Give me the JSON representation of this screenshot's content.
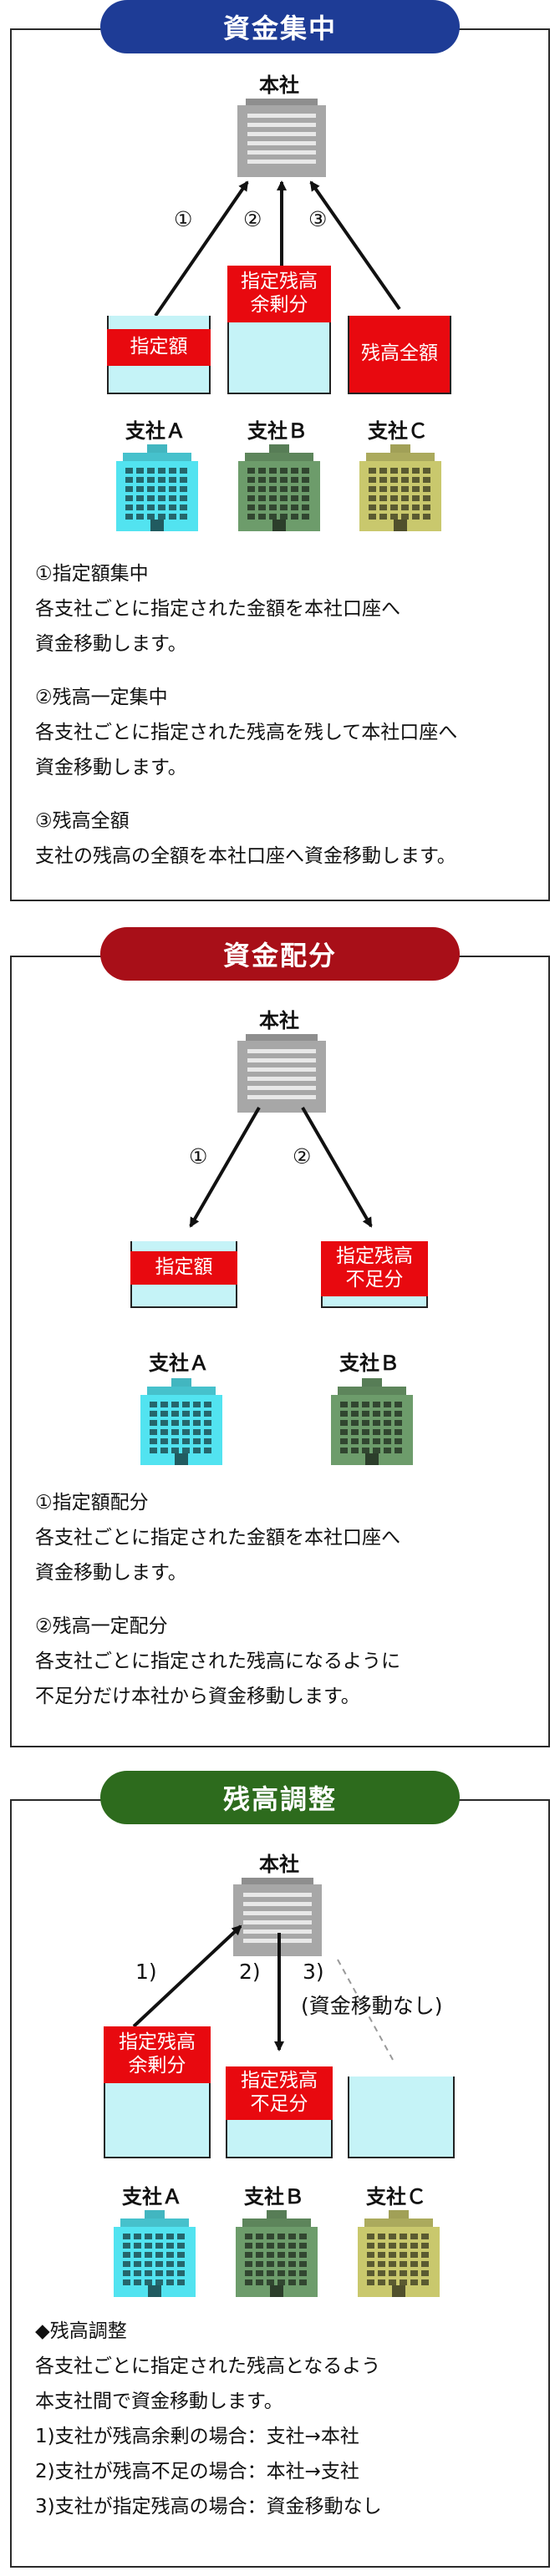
{
  "sections": {
    "collect": {
      "title": "資金集中",
      "hq_label": "本社",
      "nums": [
        "①",
        "②",
        "③"
      ],
      "labels": {
        "a": "指定額",
        "b": "指定残高\n余剰分",
        "c": "残高全額"
      },
      "branches": [
        "支社Ａ",
        "支社Ｂ",
        "支社Ｃ"
      ],
      "desc": [
        [
          "①指定額集中",
          "各支社ごとに指定された金額を本社口座へ",
          "資金移動します。"
        ],
        [
          "②残高一定集中",
          "各支社ごとに指定された残高を残して本社口座へ",
          "資金移動します。"
        ],
        [
          "③残高全額",
          "支社の残高の全額を本社口座へ資金移動します。"
        ]
      ]
    },
    "distribute": {
      "title": "資金配分",
      "hq_label": "本社",
      "nums": [
        "①",
        "②"
      ],
      "labels": {
        "a": "指定額",
        "b": "指定残高\n不足分"
      },
      "branches": [
        "支社Ａ",
        "支社Ｂ"
      ],
      "desc": [
        [
          "①指定額配分",
          "各支社ごとに指定された金額を本社口座へ",
          "資金移動します。"
        ],
        [
          "②残高一定配分",
          "各支社ごとに指定された残高になるように",
          "不足分だけ本社から資金移動します。"
        ]
      ]
    },
    "adjust": {
      "title": "残高調整",
      "hq_label": "本社",
      "nums": [
        "1)",
        "2)",
        "3)"
      ],
      "no_move": "(資金移動なし)",
      "labels": {
        "a": "指定残高\n余剰分",
        "b": "指定残高\n不足分"
      },
      "branches": [
        "支社Ａ",
        "支社Ｂ",
        "支社Ｃ"
      ],
      "desc": [
        [
          "◆残高調整",
          "各支社ごとに指定された残高となるよう",
          "本支社間で資金移動します。",
          "1)支社が残高余剰の場合：支社→本社",
          "2)支社が残高不足の場合：本社→支社",
          "3)支社が指定残高の場合：資金移動なし"
        ]
      ]
    }
  },
  "colors": {
    "collect_title_bg": "#1e3c96",
    "distribute_title_bg": "#a80f18",
    "adjust_title_bg": "#2d6b1d",
    "label_red": "#e8090f",
    "container_fill": "#c5f3f7",
    "hq_gray": "#a7a7a7",
    "branch_a": "#52e3f0",
    "branch_b": "#6d9c6b",
    "branch_c": "#c9c86d"
  },
  "icons": {
    "hq": "office-building-icon",
    "branch": "branch-building-icon"
  }
}
